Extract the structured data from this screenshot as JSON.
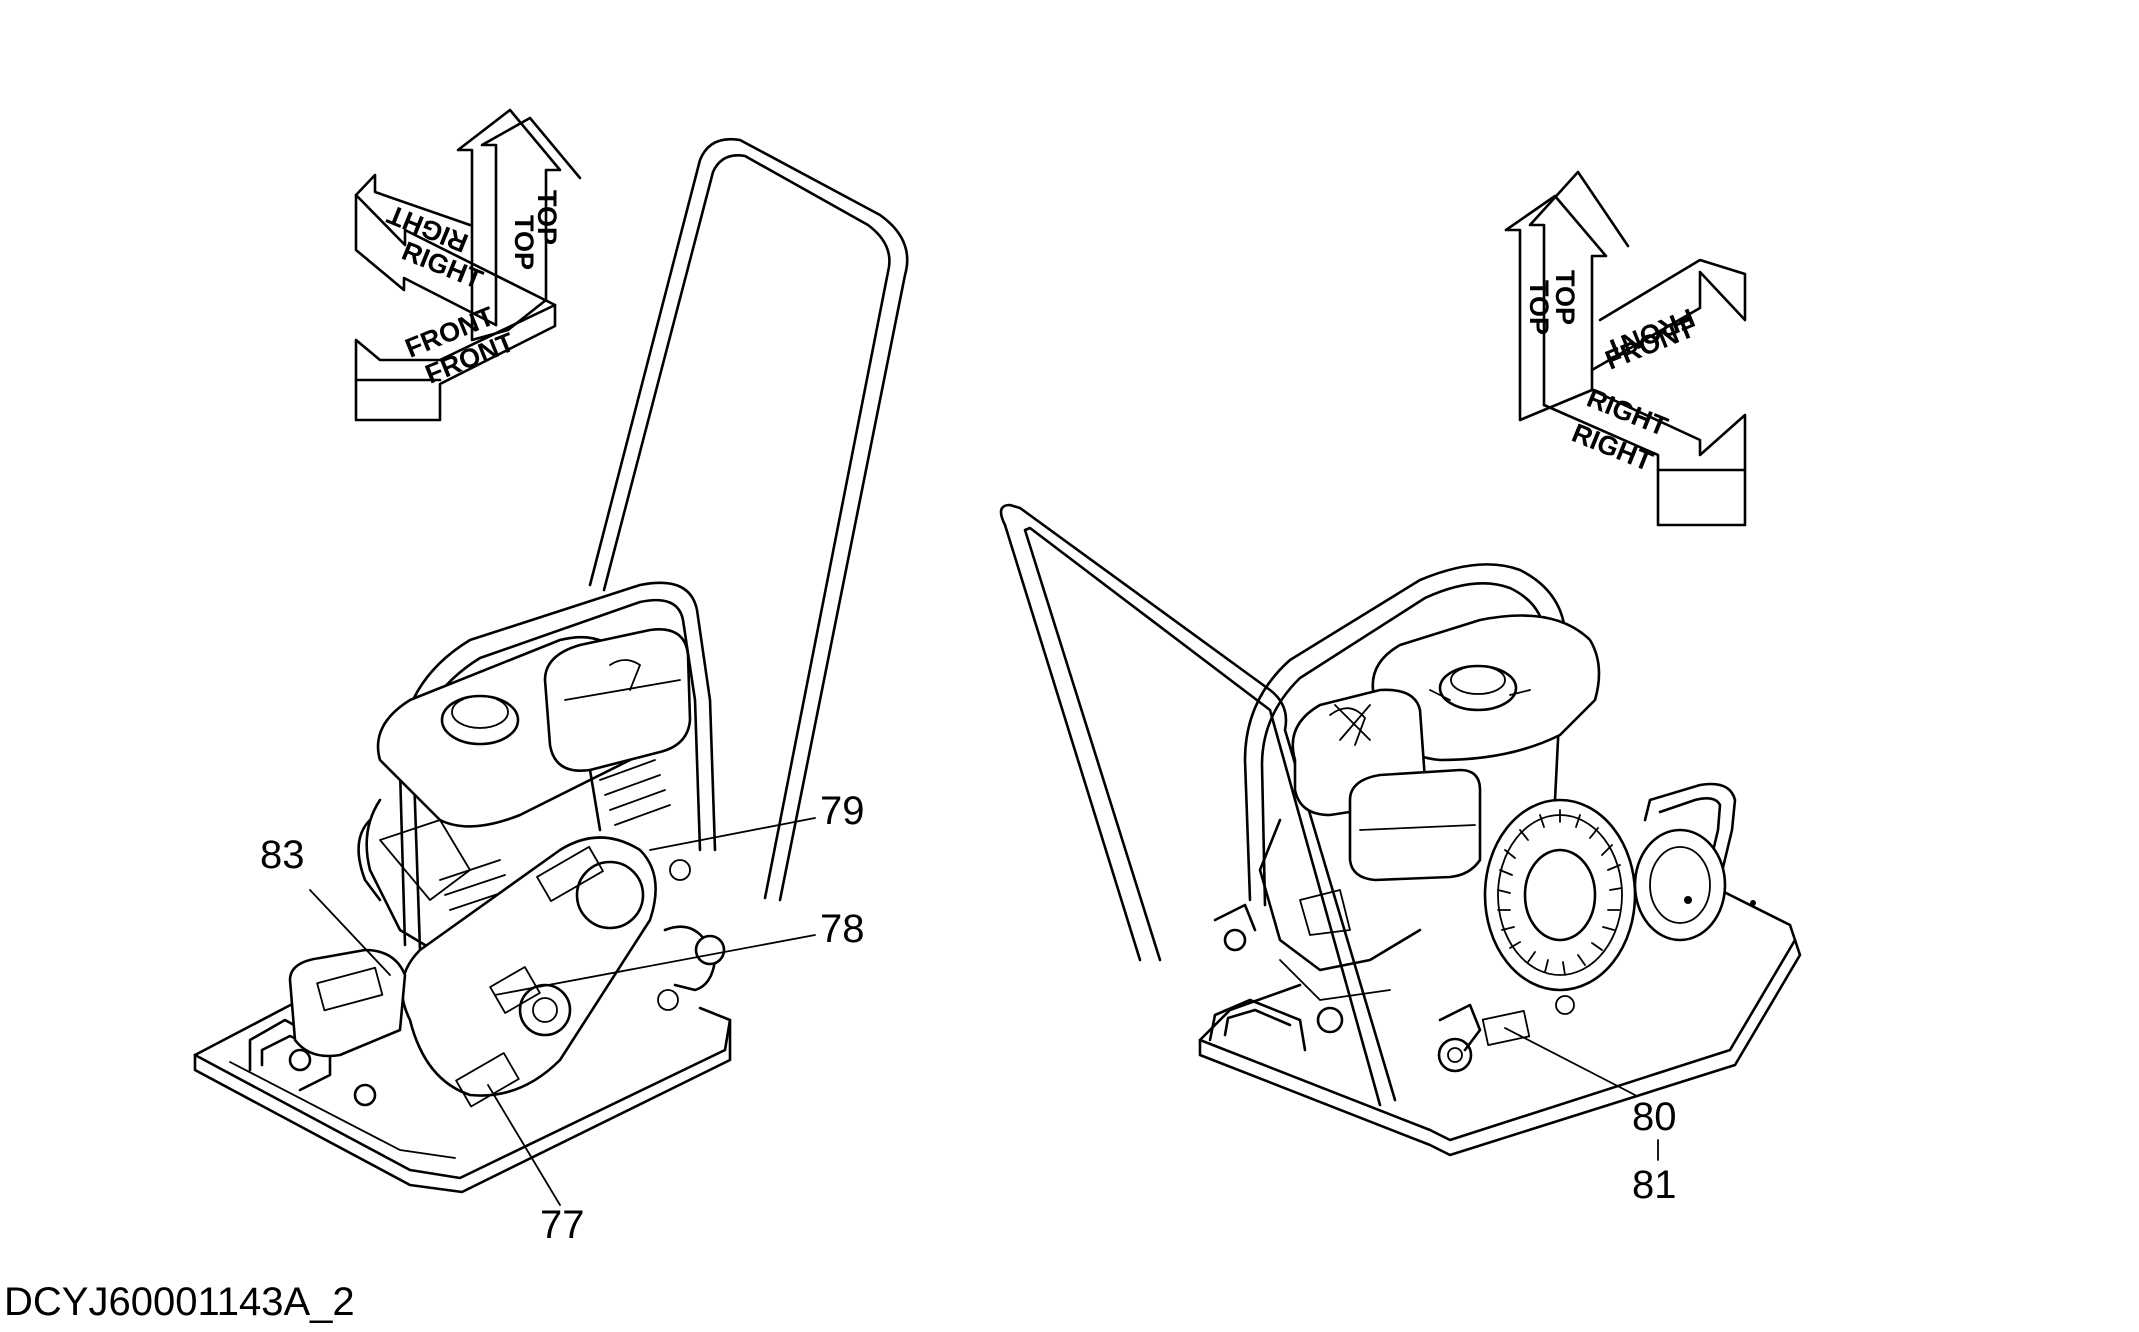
{
  "drawing_id": "DCYJ60001143A_2",
  "orientation_labels": {
    "top": "TOP",
    "right": "RIGHT",
    "front": "FRONT"
  },
  "callouts": {
    "c77": "77",
    "c78": "78",
    "c79": "79",
    "c80": "80",
    "c81": "81",
    "c83": "83"
  },
  "colors": {
    "line": "#000000",
    "background": "#ffffff"
  }
}
